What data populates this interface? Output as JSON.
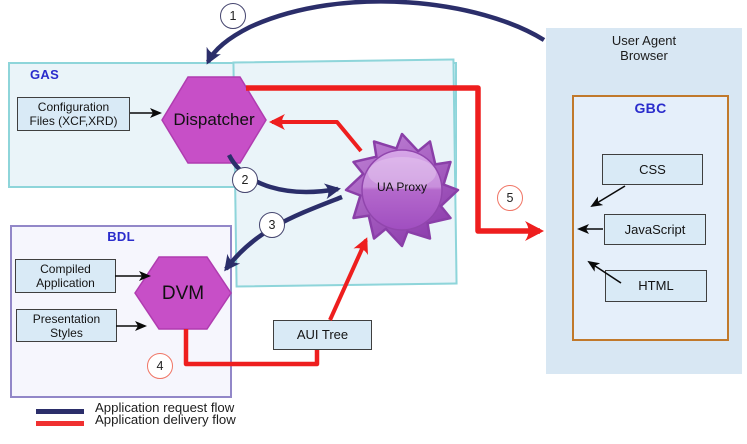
{
  "regions": {
    "gas": {
      "label": "GAS"
    },
    "bdl": {
      "label": "BDL"
    },
    "gbc": {
      "label": "GBC"
    },
    "user_agent_browser": {
      "line1": "User Agent",
      "line2": "Browser"
    }
  },
  "nodes": {
    "dispatcher": {
      "label": "Dispatcher"
    },
    "dvm": {
      "label": "DVM"
    },
    "ua_proxy": {
      "label": "UA Proxy"
    },
    "configuration_files": {
      "line1": "Configuration",
      "line2": "Files (XCF,XRD)"
    },
    "compiled_application": {
      "line1": "Compiled",
      "line2": "Application"
    },
    "presentation_styles": {
      "line1": "Presentation",
      "line2": "Styles"
    },
    "aui_tree": {
      "label": "AUI Tree"
    },
    "css": {
      "label": "CSS"
    },
    "javascript": {
      "label": "JavaScript"
    },
    "html": {
      "label": "HTML"
    }
  },
  "flow_steps": [
    {
      "num": "1",
      "type": "request"
    },
    {
      "num": "2",
      "type": "request"
    },
    {
      "num": "3",
      "type": "request"
    },
    {
      "num": "4",
      "type": "delivery"
    },
    {
      "num": "5",
      "type": "delivery"
    }
  ],
  "legend": [
    {
      "label": "Application request flow",
      "color": "#2b2e6a"
    },
    {
      "label": "Application delivery flow",
      "color": "#f03030"
    }
  ],
  "colors": {
    "request_flow": "#2b2e6a",
    "delivery_flow": "#ee1e1e",
    "hexagon_fill": "#c74fc7",
    "gear_fill": "#aa5cc8",
    "teal_region_border": "#8ed5da",
    "bdl_border": "#9287c8",
    "gbc_border": "#c1792b",
    "small_box_fill": "#d9eaf6"
  }
}
